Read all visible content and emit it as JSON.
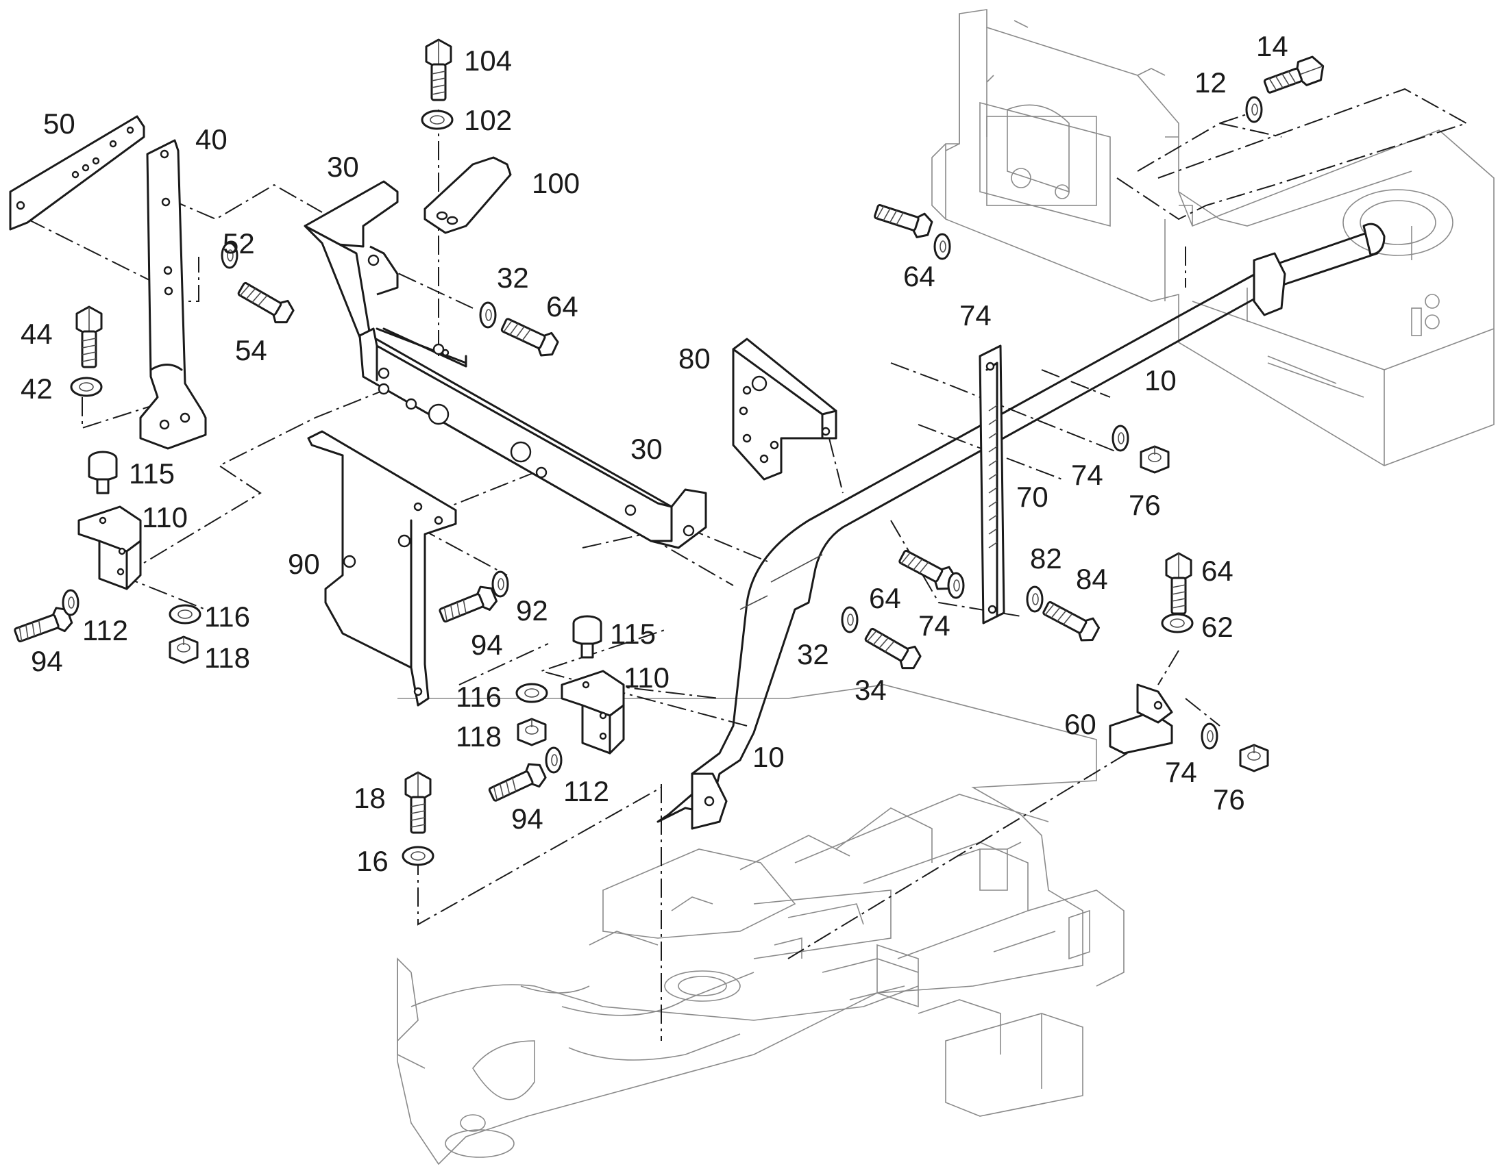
{
  "callouts": {
    "c10a": "10",
    "c10b": "10",
    "c12": "12",
    "c14": "14",
    "c16": "16",
    "c18": "18",
    "c30a": "30",
    "c30b": "30",
    "c32a": "32",
    "c32b": "32",
    "c34": "34",
    "c40": "40",
    "c42": "42",
    "c44": "44",
    "c50": "50",
    "c52": "52",
    "c54": "54",
    "c60": "60",
    "c62": "62",
    "c64a": "64",
    "c64b": "64",
    "c64c": "64",
    "c64d": "64",
    "c70": "70",
    "c74a": "74",
    "c74b": "74",
    "c74c": "74",
    "c74d": "74",
    "c76a": "76",
    "c76b": "76",
    "c80": "80",
    "c82": "82",
    "c84": "84",
    "c90": "90",
    "c92": "92",
    "c94a": "94",
    "c94b": "94",
    "c94c": "94",
    "c100": "100",
    "c102": "102",
    "c104": "104",
    "c110a": "110",
    "c110b": "110",
    "c112a": "112",
    "c112b": "112",
    "c115a": "115",
    "c115b": "115",
    "c116a": "116",
    "c116b": "116",
    "c118a": "118",
    "c118b": "118"
  },
  "colors": {
    "line": "#1a1a1a",
    "background": "#ffffff",
    "frame_line": "#8a8a8a"
  }
}
